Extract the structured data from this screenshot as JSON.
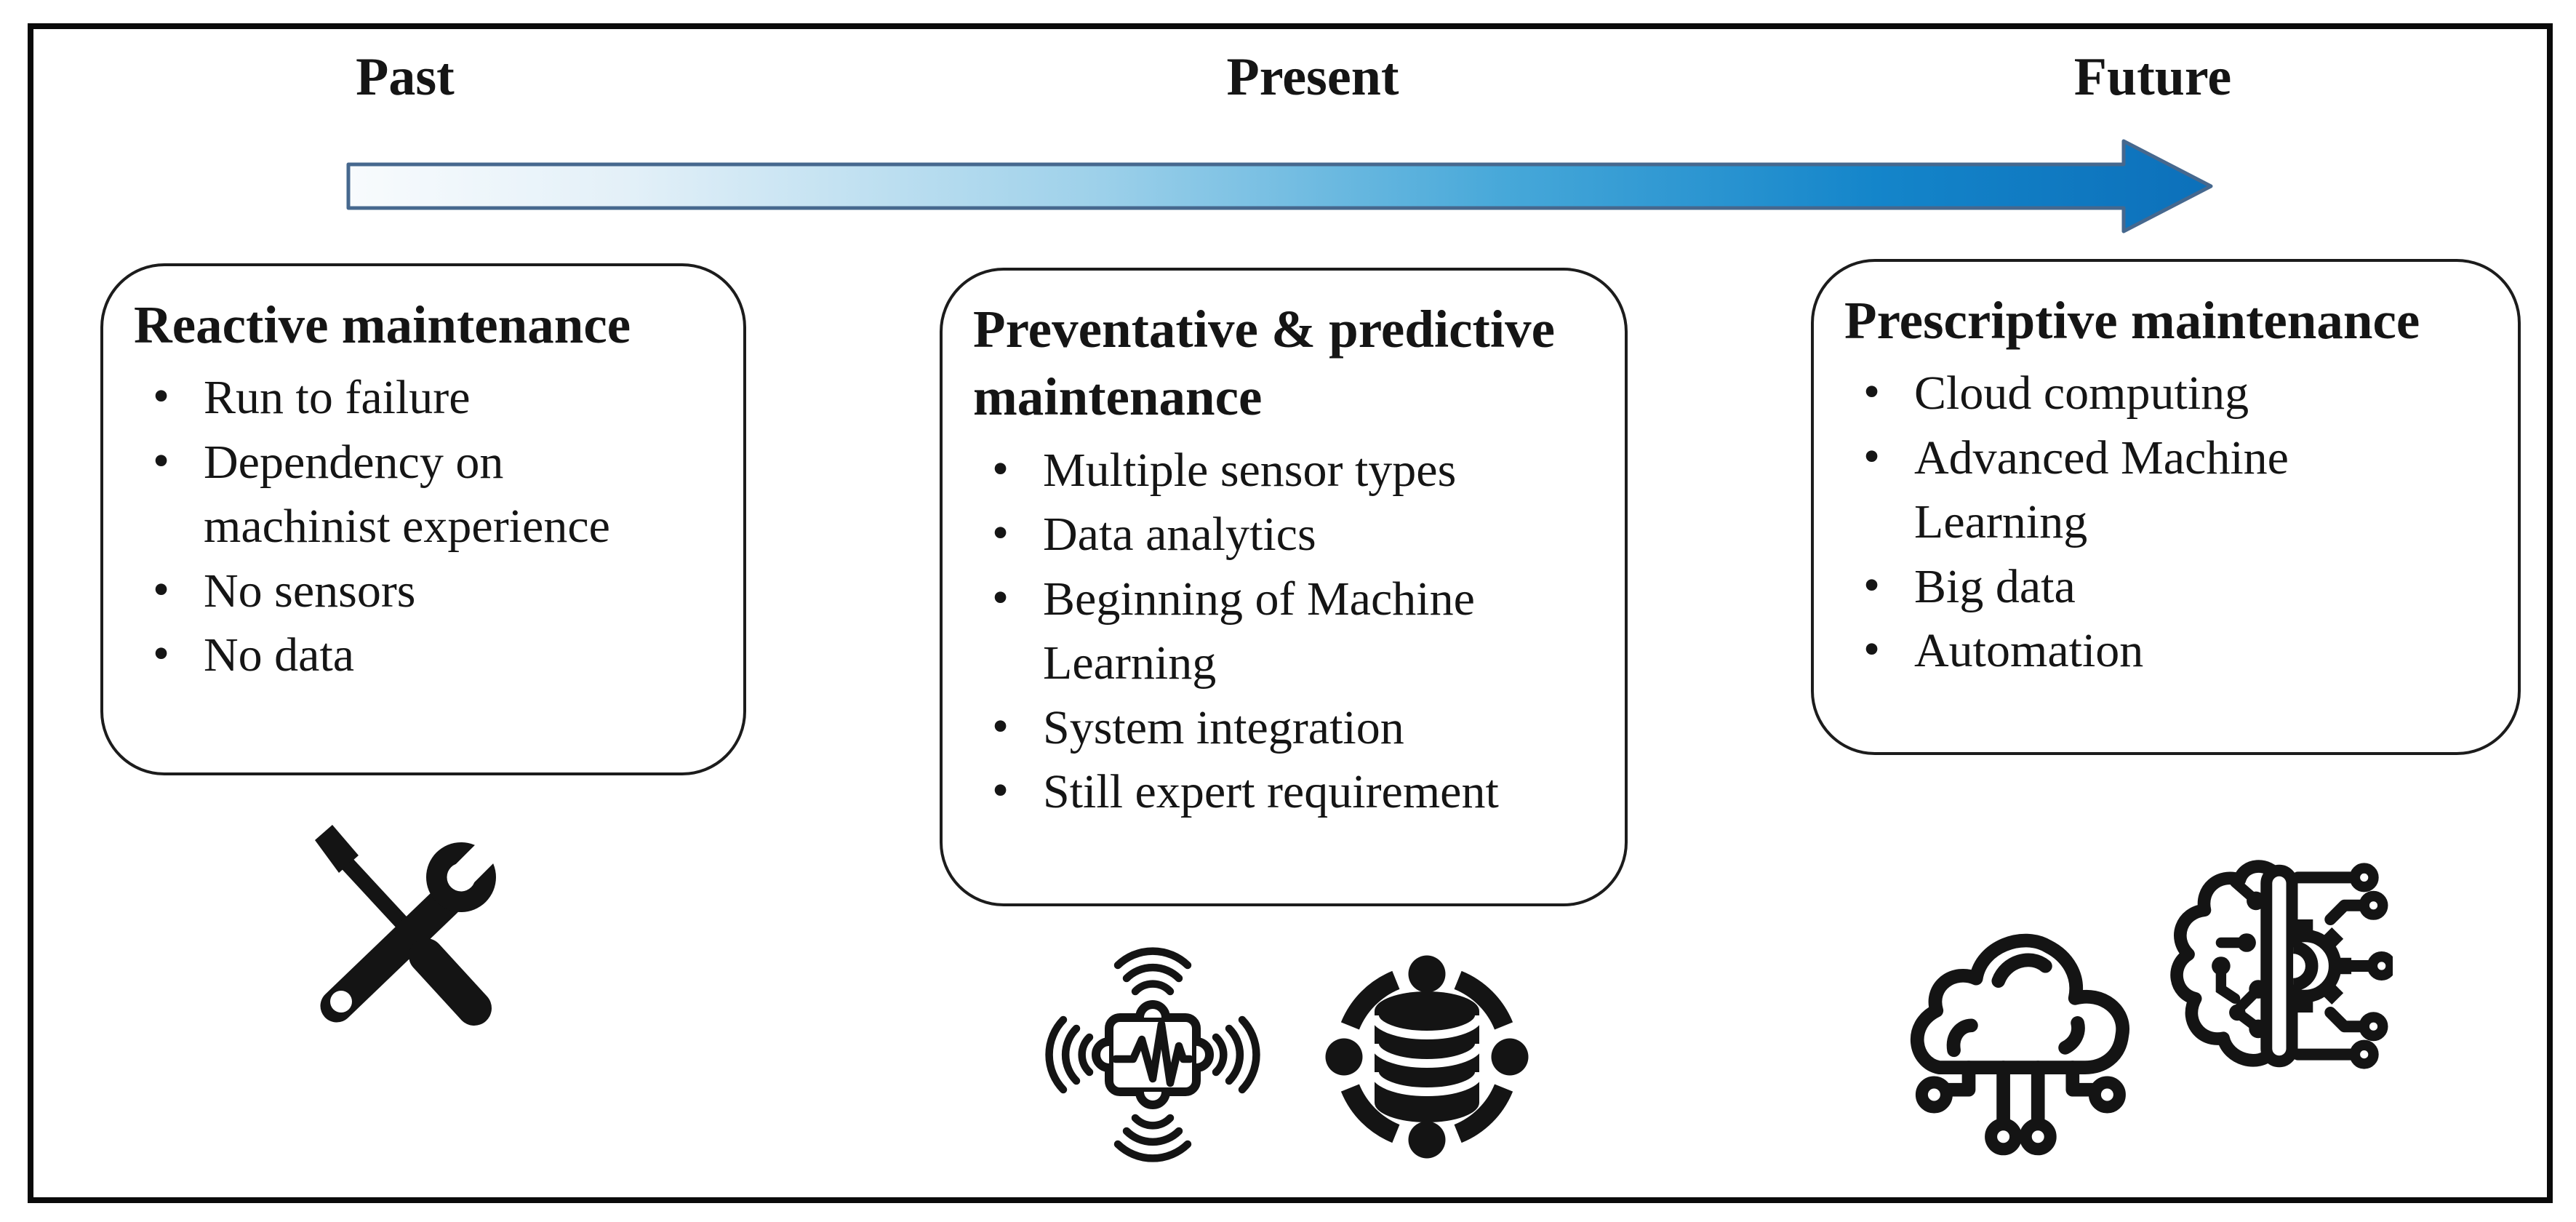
{
  "figure": {
    "type": "maintenance-evolution-timeline",
    "background_color": "#ffffff",
    "frame_border_color": "#0a0a0a"
  },
  "timeline": {
    "labels": {
      "past": "Past",
      "present": "Present",
      "future": "Future"
    },
    "arrow": {
      "direction": "left-to-right",
      "border_color": "#46688e",
      "gradient_colors": [
        "#f8fbfd",
        "#e3f0f8",
        "#9ed1ea",
        "#47a8d9",
        "#1485ca",
        "#0c70ba"
      ]
    }
  },
  "stages": [
    {
      "era": "Past",
      "title": "Reactive maintenance",
      "bullets": [
        "Run to failure",
        "Dependency on\nmachinist experience",
        "No sensors",
        "No data"
      ],
      "icon_names": [
        "crossed-tools-icon"
      ]
    },
    {
      "era": "Present",
      "title": "Preventative & predictive maintenance",
      "bullets": [
        "Multiple sensor types",
        "Data analytics",
        "Beginning of Machine\nLearning",
        "System integration",
        "Still expert requirement"
      ],
      "icon_names": [
        "vibration-sensor-icon",
        "connected-database-icon"
      ]
    },
    {
      "era": "Future",
      "title": "Prescriptive maintenance",
      "bullets": [
        "Cloud computing",
        "Advanced Machine\nLearning",
        "Big data",
        "Automation"
      ],
      "icon_names": [
        "cloud-computing-icon",
        "brain-gear-icon"
      ]
    }
  ]
}
